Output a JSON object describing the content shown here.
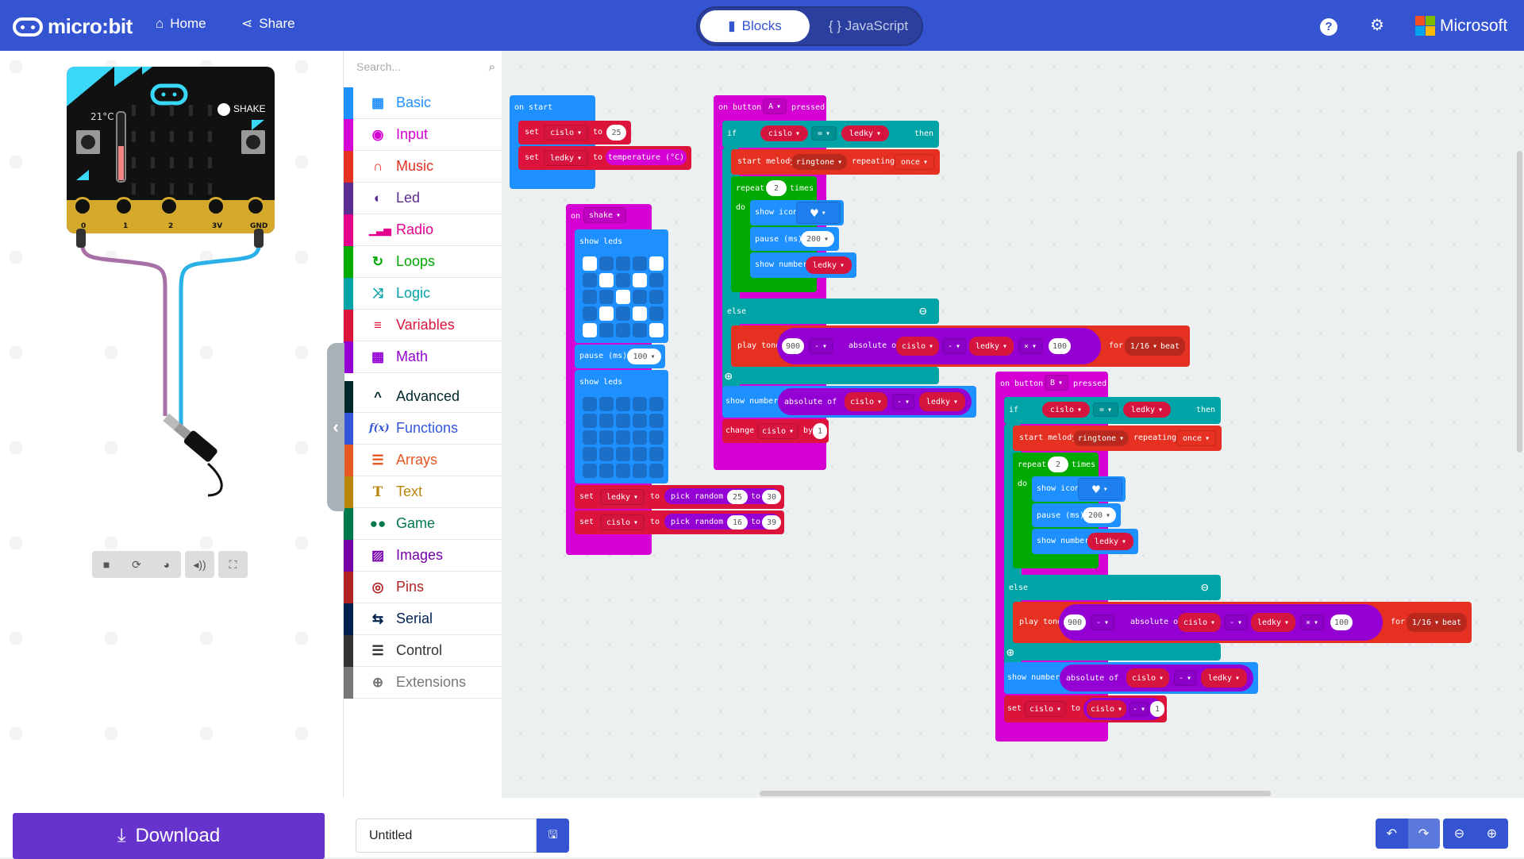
{
  "header": {
    "brand": "micro:bit",
    "nav": [
      {
        "label": "Home",
        "icon": "home-icon"
      },
      {
        "label": "Share",
        "icon": "share-icon"
      }
    ],
    "modes": {
      "blocks": "Blocks",
      "javascript": "{ } JavaScript",
      "active": "Blocks"
    },
    "right": {
      "help_icon": "?",
      "settings_icon": "⚙",
      "microsoft": "Microsoft"
    },
    "colors": {
      "bg": "#3454d1"
    }
  },
  "simulator": {
    "temperature": "21°C",
    "shake": "SHAKE",
    "button_a": "A",
    "button_b": "B",
    "pins": [
      "0",
      "1",
      "2",
      "3V",
      "GND"
    ],
    "controls": [
      "stop",
      "restart",
      "slow-mo",
      "mute",
      "fullscreen"
    ]
  },
  "toolbox": {
    "search_placeholder": "Search...",
    "categories": [
      {
        "label": "Basic",
        "color": "#1e90ff",
        "icon": "▦"
      },
      {
        "label": "Input",
        "color": "#d400d4",
        "icon": "◉"
      },
      {
        "label": "Music",
        "color": "#e63022",
        "icon": "🎧"
      },
      {
        "label": "Led",
        "color": "#5c2d91",
        "icon": "◐"
      },
      {
        "label": "Radio",
        "color": "#e3008c",
        "icon": "▂▄▆"
      },
      {
        "label": "Loops",
        "color": "#00aa00",
        "icon": "↻"
      },
      {
        "label": "Logic",
        "color": "#00a4a6",
        "icon": "⇄"
      },
      {
        "label": "Variables",
        "color": "#dc143c",
        "icon": "≡"
      },
      {
        "label": "Math",
        "color": "#9400d3",
        "icon": "▦"
      }
    ],
    "advanced": [
      {
        "label": "Advanced",
        "color": "#00272b",
        "icon": "^"
      },
      {
        "label": "Functions",
        "color": "#3455db",
        "icon": "f(x)"
      },
      {
        "label": "Arrays",
        "color": "#e65722",
        "icon": "☰"
      },
      {
        "label": "Text",
        "color": "#b8860b",
        "icon": "T"
      },
      {
        "label": "Game",
        "color": "#007a4b",
        "icon": "🎮"
      },
      {
        "label": "Images",
        "color": "#7600a8",
        "icon": "▨"
      },
      {
        "label": "Pins",
        "color": "#b22222",
        "icon": "◎"
      },
      {
        "label": "Serial",
        "color": "#002050",
        "icon": "⇆"
      },
      {
        "label": "Control",
        "color": "#333333",
        "icon": "☰"
      },
      {
        "label": "Extensions",
        "color": "#777777",
        "icon": "⊕"
      }
    ]
  },
  "blocks": {
    "on_start": {
      "title": "on start",
      "set1": {
        "kw": "set",
        "var": "cislo",
        "to": "to",
        "value": "25"
      },
      "set2": {
        "kw": "set",
        "var": "ledky",
        "to": "to",
        "value": "temperature (°C)"
      }
    },
    "on_shake": {
      "on": "on",
      "event": "shake",
      "show_leds_1": "show leds",
      "leds_1": [
        1,
        0,
        0,
        0,
        1,
        0,
        1,
        0,
        1,
        0,
        0,
        0,
        1,
        0,
        0,
        0,
        1,
        0,
        1,
        0,
        1,
        0,
        0,
        0,
        1
      ],
      "pause": "pause (ms)",
      "pause_value": "100",
      "show_leds_2": "show leds",
      "leds_2": [
        0,
        0,
        0,
        0,
        0,
        0,
        0,
        0,
        0,
        0,
        0,
        0,
        0,
        0,
        0,
        0,
        0,
        0,
        0,
        0,
        0,
        0,
        0,
        0,
        0
      ],
      "set_ledky": {
        "kw": "set",
        "var": "ledky",
        "to": "to",
        "fn": "pick random",
        "from": "25",
        "to2": "to",
        "max": "30"
      },
      "set_cislo": {
        "kw": "set",
        "var": "cislo",
        "to": "to",
        "fn": "pick random",
        "from": "16",
        "to2": "to",
        "max": "39"
      }
    },
    "button_a": {
      "prefix": "on button",
      "button": "A",
      "suffix": "pressed",
      "if": "if",
      "left": "cislo",
      "op": "=",
      "right": "ledky",
      "then": "then",
      "melody": {
        "kw": "start melody",
        "tune": "ringtone",
        "rep": "repeating",
        "mode": "once"
      },
      "repeat": {
        "kw": "repeat",
        "count": "2",
        "times": "times",
        "do": "do"
      },
      "show_icon": "show icon",
      "pause": "pause (ms)",
      "pause_value": "200",
      "show_number": "show number",
      "show_var": "ledky",
      "else": "else",
      "tone": {
        "kw": "play tone",
        "base": "900",
        "op1": "-",
        "abs": "absolute of",
        "a": "cislo",
        "op2": "-",
        "b": "ledky",
        "op3": "×",
        "mult": "100",
        "for": "for",
        "beat": "1/16",
        "beat_lbl": "beat"
      },
      "show_abs": {
        "kw": "show number",
        "abs": "absolute of",
        "a": "cislo",
        "op": "-",
        "b": "ledky"
      },
      "change": {
        "kw": "change",
        "var": "cislo",
        "by": "by",
        "value": "1"
      }
    },
    "button_b": {
      "prefix": "on button",
      "button": "B",
      "suffix": "pressed",
      "if": "if",
      "left": "cislo",
      "op": "=",
      "right": "ledky",
      "then": "then",
      "melody": {
        "kw": "start melody",
        "tune": "ringtone",
        "rep": "repeating",
        "mode": "once"
      },
      "repeat": {
        "kw": "repeat",
        "count": "2",
        "times": "times",
        "do": "do"
      },
      "show_icon": "show icon",
      "pause": "pause (ms)",
      "pause_value": "200",
      "show_number": "show number",
      "show_var": "ledky",
      "else": "else",
      "tone": {
        "kw": "play tone",
        "base": "900",
        "op1": "-",
        "abs": "absolute of",
        "a": "cislo",
        "op2": "-",
        "b": "ledky",
        "op3": "×",
        "mult": "100",
        "for": "for",
        "beat": "1/16",
        "beat_lbl": "beat"
      },
      "show_abs": {
        "kw": "show number",
        "abs": "absolute of",
        "a": "cislo",
        "op": "-",
        "b": "ledky"
      },
      "set": {
        "kw": "set",
        "var": "cislo",
        "to": "to",
        "a": "cislo",
        "op": "-",
        "value": "1"
      }
    }
  },
  "footer": {
    "download": "Download",
    "project_name": "Untitled",
    "colors": {
      "download": "#6633cc",
      "accent": "#3454d1"
    }
  }
}
